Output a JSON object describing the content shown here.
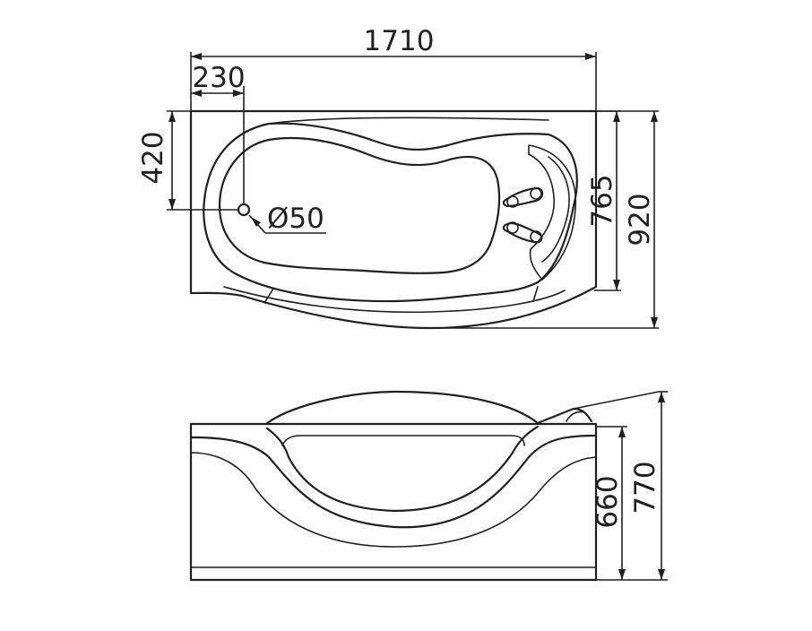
{
  "dimensions": {
    "total_length": "1710",
    "drain_offset_x": "230",
    "drain_offset_y": "420",
    "drain_diameter": "Ø50",
    "inner_width": "765",
    "total_width": "920",
    "front_height": "660",
    "total_height": "770"
  },
  "colors": {
    "line": "#231f20",
    "background": "#ffffff"
  }
}
